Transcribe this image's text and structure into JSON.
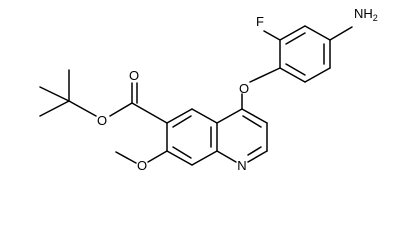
{
  "molecule": {
    "atom_labels": {
      "fluorine": "F",
      "amine": "NH",
      "amine_subscript": "2",
      "ether_oxygen": "O",
      "carbonyl_oxygen": "O",
      "ester_oxygen": "O",
      "methoxy_oxygen": "O",
      "ring_nitrogen": "N"
    }
  }
}
